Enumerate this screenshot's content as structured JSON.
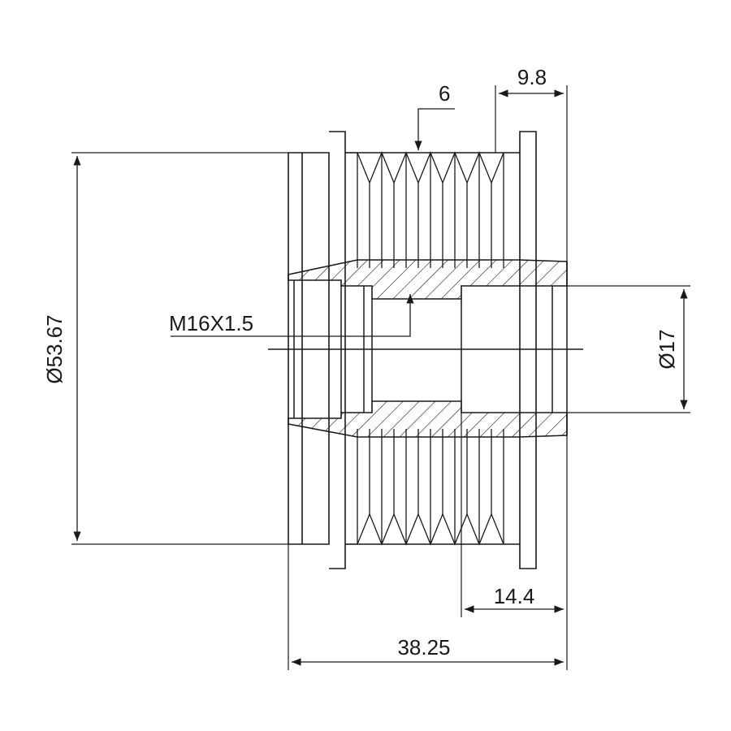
{
  "drawing": {
    "type": "technical-drawing",
    "subject": "overrunning alternator pulley, side section view",
    "line_color": "#1a1a1a",
    "background": "#ffffff",
    "rib_count": 6,
    "hatching": true
  },
  "dimensions": {
    "outer_diameter": "Ø53.67",
    "bore_diameter": "Ø17",
    "thread": "M16X1.5",
    "total_length": "38.25",
    "bore_length": "14.4",
    "flange_width": "9.8",
    "ribs": "6"
  }
}
